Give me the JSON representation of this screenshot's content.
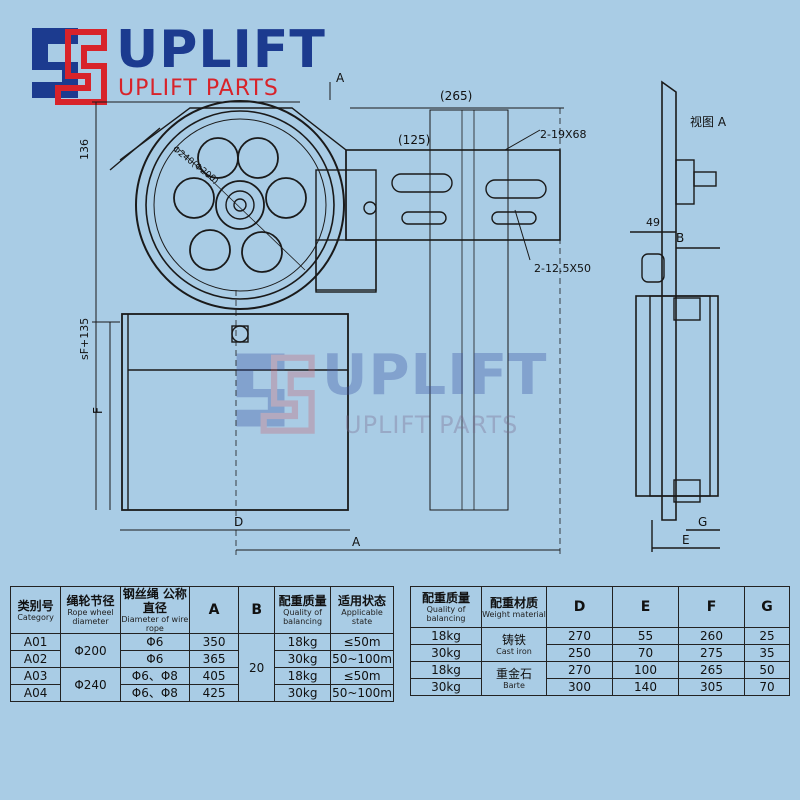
{
  "logo": {
    "brand": "UPLIFT",
    "subtitle": "UPLIFT PARTS"
  },
  "watermark": {
    "brand": "UPLIFT",
    "subtitle": "UPLIFT PARTS"
  },
  "drawing": {
    "dim_A_top": "A",
    "dim_265": "(265)",
    "dim_125": "(125)",
    "slot_upper": "2-19X68",
    "slot_lower": "2-12.5X50",
    "dim_136": "136",
    "dim_sf135": "sF+135",
    "dim_F": "F",
    "dim_D": "D",
    "dim_A_bottom": "A",
    "wheel_label": "Φ240(Φ200)",
    "view_label": "视图 A",
    "dim_49": "49",
    "dim_B": "B",
    "dim_G": "G",
    "dim_E": "E"
  },
  "table1": {
    "headers": [
      {
        "cn": "类别号",
        "en": "Category"
      },
      {
        "cn": "绳轮节径",
        "en": "Rope wheel diameter"
      },
      {
        "cn": "钢丝绳 公称直径",
        "en": "Diameter of wire rope"
      },
      {
        "cn": "A",
        "en": ""
      },
      {
        "cn": "B",
        "en": ""
      },
      {
        "cn": "配重质量",
        "en": "Quality of balancing"
      },
      {
        "cn": "适用状态",
        "en": "Applicable state"
      }
    ],
    "rows": [
      {
        "category": "A01",
        "rope": "Φ6",
        "a": "350",
        "weight": "18kg",
        "state": "≤50m"
      },
      {
        "category": "A02",
        "rope": "Φ6",
        "a": "365",
        "weight": "30kg",
        "state": "50~100m"
      },
      {
        "category": "A03",
        "rope": "Φ6、Φ8",
        "a": "405",
        "weight": "18kg",
        "state": "≤50m"
      },
      {
        "category": "A04",
        "rope": "Φ6、Φ8",
        "a": "425",
        "weight": "30kg",
        "state": "50~100m"
      }
    ],
    "wheel_200": "Φ200",
    "wheel_240": "Φ240",
    "b_value": "20"
  },
  "table2": {
    "headers": [
      {
        "cn": "配重质量",
        "en": "Quality of balancing"
      },
      {
        "cn": "配重材质",
        "en": "Weight material"
      },
      {
        "cn": "D",
        "en": ""
      },
      {
        "cn": "E",
        "en": ""
      },
      {
        "cn": "F",
        "en": ""
      },
      {
        "cn": "G",
        "en": ""
      }
    ],
    "rows": [
      {
        "weight": "18kg",
        "d": "270",
        "e": "55",
        "f": "260",
        "g": "25"
      },
      {
        "weight": "30kg",
        "d": "250",
        "e": "70",
        "f": "275",
        "g": "35"
      },
      {
        "weight": "18kg",
        "d": "270",
        "e": "100",
        "f": "265",
        "g": "50"
      },
      {
        "weight": "30kg",
        "d": "300",
        "e": "140",
        "f": "305",
        "g": "70"
      }
    ],
    "material_cast": {
      "cn": "铸铁",
      "en": "Cast iron"
    },
    "material_barite": {
      "cn": "重金石",
      "en": "Barte"
    }
  },
  "colors": {
    "background": "#a9cce5",
    "brand_blue": "#1c3b8f",
    "brand_red": "#d8232a",
    "line": "#1a1a1a"
  }
}
